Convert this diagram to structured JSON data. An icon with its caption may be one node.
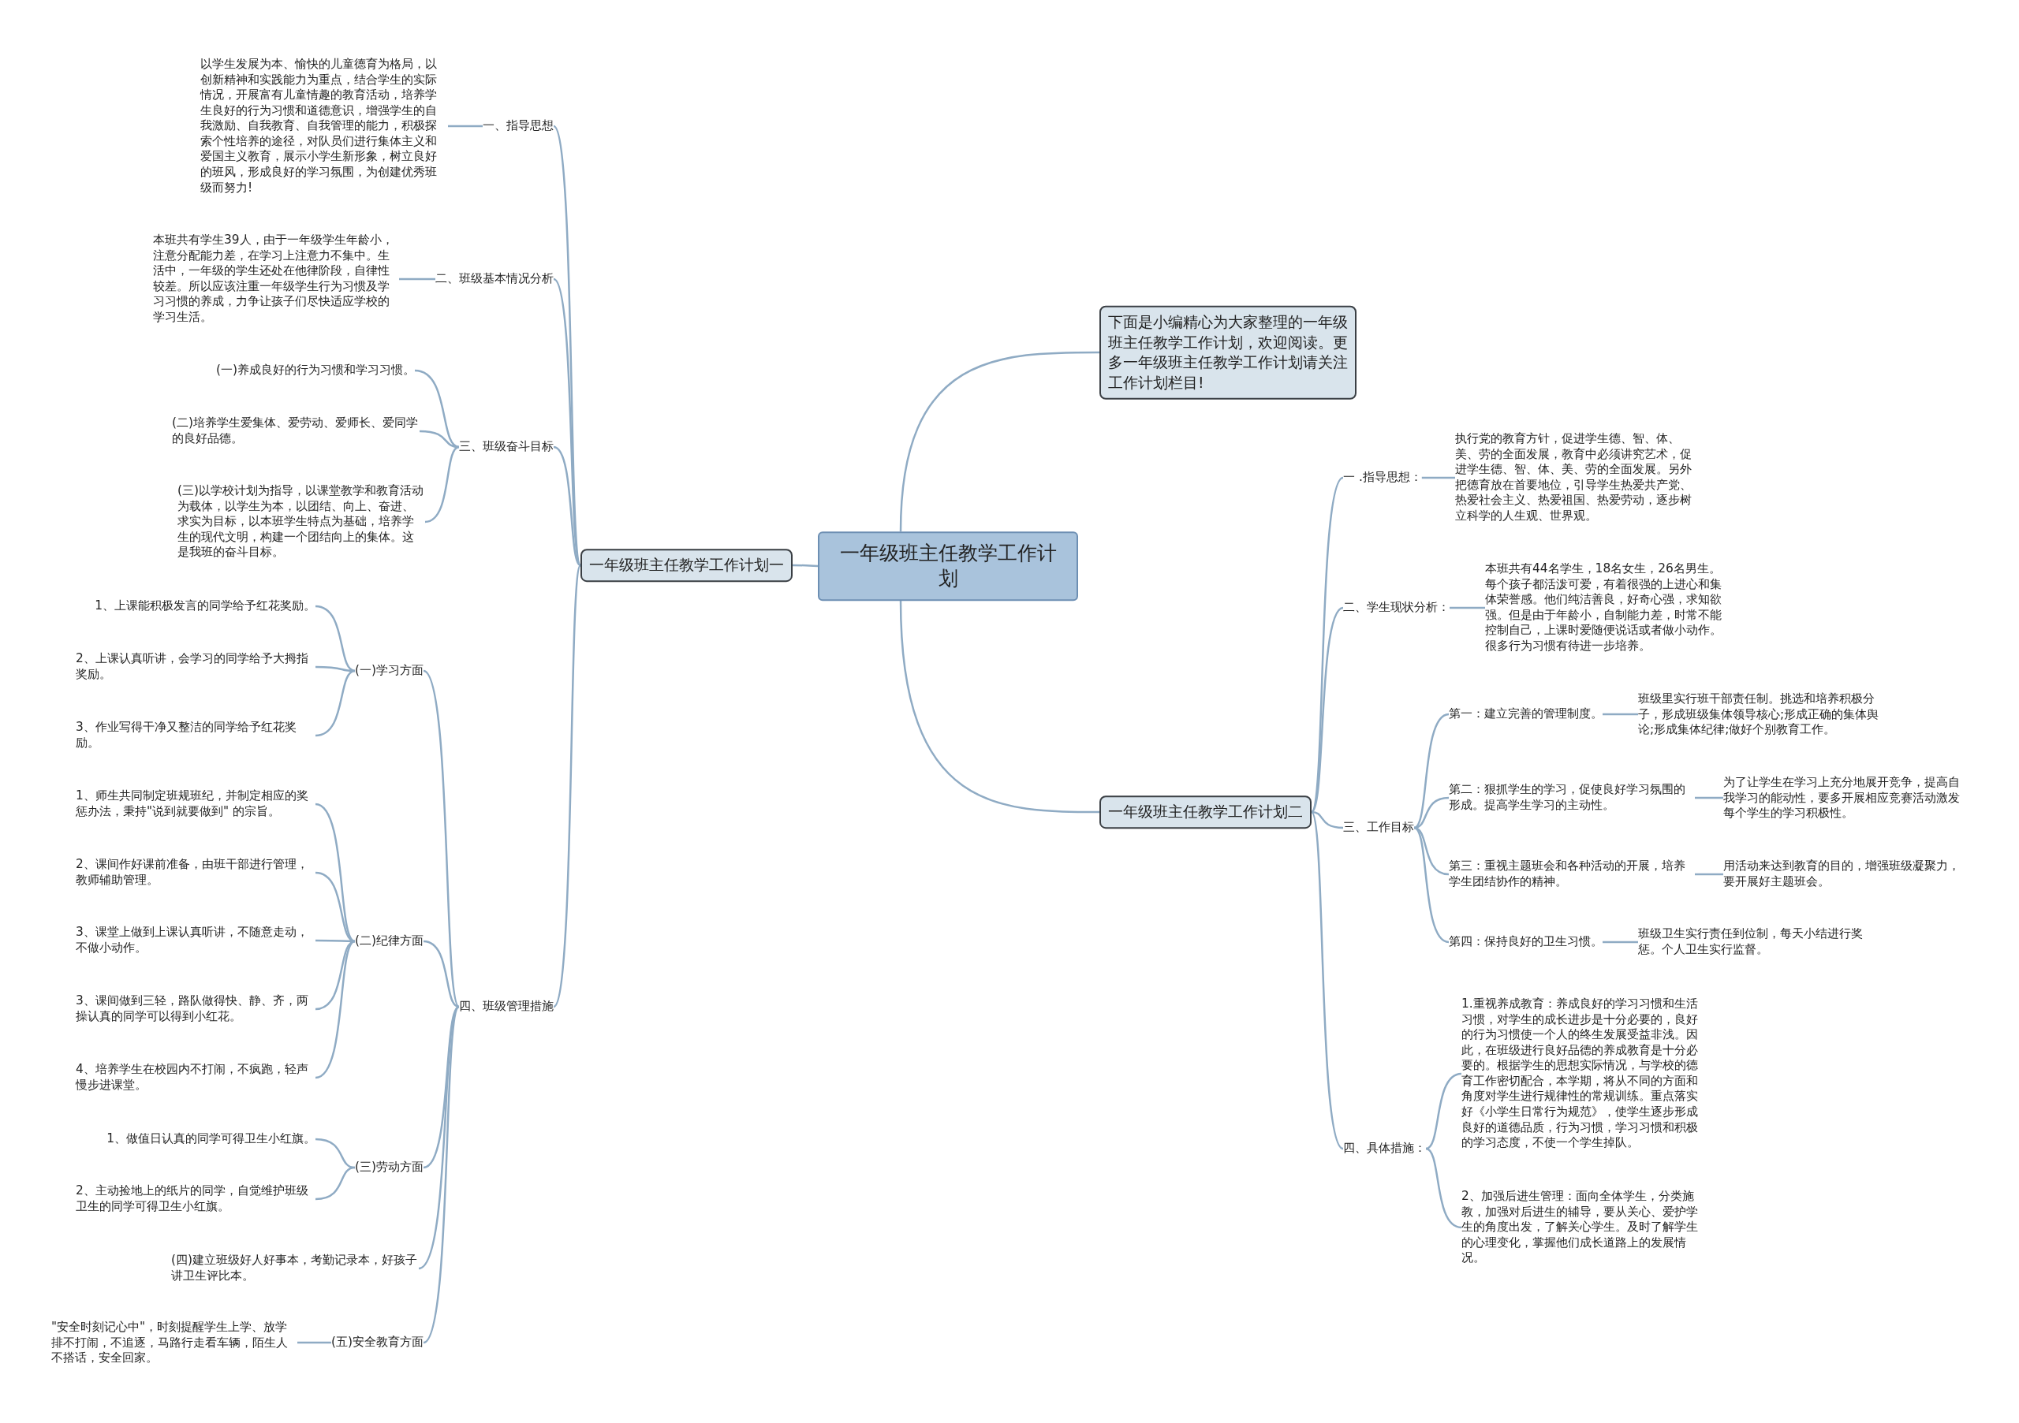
{
  "diagram": {
    "nodes": [
      {
        "text": [
          "一年级班主任教学工作计划"
        ]
      },
      {
        "text": [
          "下面是小编精心为大家整理的一年级班主任教学工作计划，欢迎阅读。更多一年级班主任教学工作计划请关注工作计划栏目!"
        ]
      },
      {
        "text": [
          "一年级班主任教学工作计划一"
        ]
      },
      {
        "text": [
          "一年级班主任教学工作计划二"
        ]
      },
      {
        "text": [
          "一、指导思想"
        ]
      },
      {
        "text": [
          "以学生发展为本、愉快的儿童德育为格局，以创新精神和实践能力为重点，结合学生的实际情况，开展富有儿童情趣的教育活动，培养学生良好的行为习惯和道德意识，增强学生的自我激励、自我教育、自我管理的能力，积极探索个性培养的途径，对队员们进行集体主义和爱国主义教育，展示小学生新形象，树立良好的班风，形成良好的学习氛围，为创建优秀班级而努力!"
        ]
      },
      {
        "text": [
          "二、班级基本情况分析"
        ]
      },
      {
        "text": [
          "本班共有学生39人，由于一年级学生年龄小，注意分配能力差，在学习上注意力不集中。生活中，一年级的学生还处在他律阶段，自律性较差。所以应该注重一年级学生行为习惯及学习习惯的养成，力争让孩子们尽快适应学校的学习生活。"
        ]
      },
      {
        "text": [
          "三、班级奋斗目标"
        ]
      },
      {
        "text": [
          "(一)养成良好的行为习惯和学习习惯。"
        ]
      },
      {
        "text": [
          "(二)培养学生爱集体、爱劳动、爱师长、爱同学的良好品德。"
        ]
      },
      {
        "text": [
          "(三)以学校计划为指导，以课堂教学和教育活动为载体，以学生为本，以团结、向上、奋进、求实为目标，以本班学生特点为基础，培养学生的现代文明，构建一个团结向上的集体。这是我班的奋斗目标。"
        ]
      },
      {
        "text": [
          "四、班级管理措施"
        ]
      },
      {
        "text": [
          "(一)学习方面"
        ]
      },
      {
        "text": [
          "1、上课能积极发言的同学给予红花奖励。"
        ]
      },
      {
        "text": [
          "2、上课认真听讲，会学习的同学给予大拇指奖励。"
        ]
      },
      {
        "text": [
          "3、作业写得干净又整洁的同学给予红花奖励。"
        ]
      },
      {
        "text": [
          "(二)纪律方面"
        ]
      },
      {
        "text": [
          "1、师生共同制定班规班纪，并制定相应的奖惩办法，秉持\"说到就要做到\" 的宗旨。"
        ]
      },
      {
        "text": [
          "2、课间作好课前准备，由班干部进行管理，教师辅助管理。"
        ]
      },
      {
        "text": [
          "3、课堂上做到上课认真听讲，不随意走动，不做小动作。"
        ]
      },
      {
        "text": [
          "3、课间做到三轻，路队做得快、静、齐，两操认真的同学可以得到小红花。"
        ]
      },
      {
        "text": [
          "4、培养学生在校园内不打闹，不疯跑，轻声慢步进课堂。"
        ]
      },
      {
        "text": [
          "(三)劳动方面"
        ]
      },
      {
        "text": [
          "1、做值日认真的同学可得卫生小红旗。"
        ]
      },
      {
        "text": [
          "2、主动捡地上的纸片的同学，自觉维护班级卫生的同学可得卫生小红旗。"
        ]
      },
      {
        "text": [
          "(四)建立班级好人好事本，考勤记录本，好孩子讲卫生评比本。"
        ]
      },
      {
        "text": [
          "(五)安全教育方面"
        ]
      },
      {
        "text": [
          "\"安全时刻记心中\"，时刻提醒学生上学、放学排不打闹，不追逐，马路行走看车辆，陌生人不搭话，安全回家。"
        ]
      },
      {
        "text": [
          "一 .指导思想："
        ]
      },
      {
        "text": [
          "执行党的教育方针，促进学生德、智、体、美、劳的全面发展，教育中必须讲究艺术，促进学生德、智、体、美、劳的全面发展。另外把德育放在首要地位，引导学生热爱共产党、热爱社会主义、热爱祖国、热爱劳动，逐步树立科学的人生观、世界观。"
        ]
      },
      {
        "text": [
          "二、学生现状分析："
        ]
      },
      {
        "text": [
          "本班共有44名学生，18名女生，26名男生。每个孩子都活泼可爱，有着很强的上进心和集体荣誉感。他们纯洁善良，好奇心强，求知欲强。但是由于年龄小，自制能力差，时常不能控制自己，上课时爱随便说话或者做小动作。很多行为习惯有待进一步培养。"
        ]
      },
      {
        "text": [
          "三、工作目标"
        ]
      },
      {
        "text": [
          "第一：建立完善的管理制度。"
        ]
      },
      {
        "text": [
          "班级里实行班干部责任制。挑选和培养积极分子，形成班级集体领导核心;形成正确的集体舆论;形成集体纪律;做好个别教育工作。"
        ]
      },
      {
        "text": [
          "第二：狠抓学生的学习，促使良好学习氛围的形成。提高学生学习的主动性。"
        ]
      },
      {
        "text": [
          "为了让学生在学习上充分地展开竞争，提高自我学习的能动性，要多开展相应竞赛活动激发每个学生的学习积极性。"
        ]
      },
      {
        "text": [
          "第三：重视主题班会和各种活动的开展，培养学生团结协作的精神。"
        ]
      },
      {
        "text": [
          "用活动来达到教育的目的，增强班级凝聚力，要开展好主题班会。"
        ]
      },
      {
        "text": [
          "第四：保持良好的卫生习惯。"
        ]
      },
      {
        "text": [
          "班级卫生实行责任到位制，每天小结进行奖惩。个人卫生实行监督。"
        ]
      },
      {
        "text": [
          "四、具体措施："
        ]
      },
      {
        "text": [
          "1.重视养成教育：养成良好的学习习惯和生活习惯，对学生的成长进步是十分必要的，良好的行为习惯使一个人的终生发展受益非浅。因此，在班级进行良好品德的养成教育是十分必要的。根据学生的思想实际情况，与学校的德育工作密切配合，本学期，将从不同的方面和角度对学生进行规律性的常规训练。重点落实好《小学生日常行为规范》，使学生逐步形成良好的道德品质，行为习惯，学习习惯和积极的学习态度，不使一个学生掉队。"
        ]
      },
      {
        "text": [
          "2、加强后进生管理：面向全体学生，分类施教，加强对后进生的辅导，要从关心、爱护学生的角度出发，了解关心学生。及时了解学生的心理变化，掌握他们成长道路上的发展情况。"
        ]
      }
    ],
    "edges": [
      {
        "from": 0,
        "to": 1,
        "arrow": "none"
      },
      {
        "from": 0,
        "to": 2,
        "arrow": "none"
      },
      {
        "from": 0,
        "to": 3,
        "arrow": "none"
      },
      {
        "from": 2,
        "to": 4,
        "arrow": "none"
      },
      {
        "from": 4,
        "to": 5,
        "arrow": "none"
      },
      {
        "from": 2,
        "to": 6,
        "arrow": "none"
      },
      {
        "from": 6,
        "to": 7,
        "arrow": "none"
      },
      {
        "from": 2,
        "to": 8,
        "arrow": "none"
      },
      {
        "from": 8,
        "to": 9,
        "arrow": "none"
      },
      {
        "from": 8,
        "to": 10,
        "arrow": "none"
      },
      {
        "from": 8,
        "to": 11,
        "arrow": "none"
      },
      {
        "from": 2,
        "to": 12,
        "arrow": "none"
      },
      {
        "from": 12,
        "to": 13,
        "arrow": "none"
      },
      {
        "from": 13,
        "to": 14,
        "arrow": "none"
      },
      {
        "from": 13,
        "to": 15,
        "arrow": "none"
      },
      {
        "from": 13,
        "to": 16,
        "arrow": "none"
      },
      {
        "from": 12,
        "to": 17,
        "arrow": "none"
      },
      {
        "from": 17,
        "to": 18,
        "arrow": "none"
      },
      {
        "from": 17,
        "to": 19,
        "arrow": "none"
      },
      {
        "from": 17,
        "to": 20,
        "arrow": "none"
      },
      {
        "from": 17,
        "to": 21,
        "arrow": "none"
      },
      {
        "from": 17,
        "to": 22,
        "arrow": "none"
      },
      {
        "from": 12,
        "to": 23,
        "arrow": "none"
      },
      {
        "from": 23,
        "to": 24,
        "arrow": "none"
      },
      {
        "from": 23,
        "to": 25,
        "arrow": "none"
      },
      {
        "from": 12,
        "to": 26,
        "arrow": "none"
      },
      {
        "from": 12,
        "to": 27,
        "arrow": "none"
      },
      {
        "from": 27,
        "to": 28,
        "arrow": "none"
      },
      {
        "from": 3,
        "to": 29,
        "arrow": "none"
      },
      {
        "from": 29,
        "to": 30,
        "arrow": "none"
      },
      {
        "from": 3,
        "to": 31,
        "arrow": "none"
      },
      {
        "from": 31,
        "to": 32,
        "arrow": "none"
      },
      {
        "from": 3,
        "to": 33,
        "arrow": "none"
      },
      {
        "from": 33,
        "to": 34,
        "arrow": "none"
      },
      {
        "from": 34,
        "to": 35,
        "arrow": "none"
      },
      {
        "from": 33,
        "to": 36,
        "arrow": "none"
      },
      {
        "from": 36,
        "to": 37,
        "arrow": "none"
      },
      {
        "from": 33,
        "to": 38,
        "arrow": "none"
      },
      {
        "from": 38,
        "to": 39,
        "arrow": "none"
      },
      {
        "from": 33,
        "to": 40,
        "arrow": "none"
      },
      {
        "from": 40,
        "to": 41,
        "arrow": "none"
      },
      {
        "from": 3,
        "to": 42,
        "arrow": "none"
      },
      {
        "from": 42,
        "to": 43,
        "arrow": "none"
      },
      {
        "from": 42,
        "to": 44,
        "arrow": "none"
      }
    ]
  }
}
